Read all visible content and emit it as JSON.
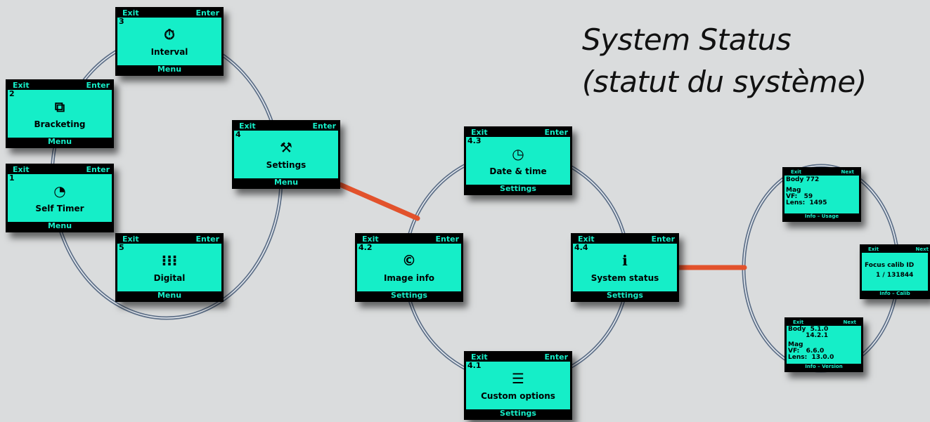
{
  "title": {
    "line1": "System Status",
    "line2": "(statut du système)"
  },
  "screens": {
    "interval": {
      "exit": "Exit",
      "enter": "Enter",
      "num": "3",
      "label": "Interval",
      "footer": "Menu",
      "icon": "⏱"
    },
    "bracketing": {
      "exit": "Exit",
      "enter": "Enter",
      "num": "2",
      "label": "Bracketing",
      "footer": "Menu",
      "icon": "⧉"
    },
    "self_timer": {
      "exit": "Exit",
      "enter": "Enter",
      "num": "1",
      "label": "Self Timer",
      "footer": "Menu",
      "icon": "◔"
    },
    "digital": {
      "exit": "Exit",
      "enter": "Enter",
      "num": "5",
      "label": "Digital",
      "footer": "Menu",
      "icon": "⁝⁝⁝"
    },
    "settings": {
      "exit": "Exit",
      "enter": "Enter",
      "num": "4",
      "label": "Settings",
      "footer": "Menu",
      "icon": "⚒"
    },
    "date_time": {
      "exit": "Exit",
      "enter": "Enter",
      "num": "4.3",
      "label": "Date & time",
      "footer": "Settings",
      "icon": "◷"
    },
    "image_info": {
      "exit": "Exit",
      "enter": "Enter",
      "num": "4.2",
      "label": "Image info",
      "footer": "Settings",
      "icon": "©"
    },
    "system_status": {
      "exit": "Exit",
      "enter": "Enter",
      "num": "4.4",
      "label": "System status",
      "footer": "Settings",
      "icon": "ℹ"
    },
    "custom_options": {
      "exit": "Exit",
      "enter": "Enter",
      "num": "4.1",
      "label": "Custom options",
      "footer": "Settings",
      "icon": "☰"
    }
  },
  "info_screens": {
    "usage": {
      "exit": "Exit",
      "next": "Next",
      "line1": "Body  772",
      "line2": "Mag\nVF:   59\nLens:  1495",
      "footer": "Info – Usage"
    },
    "calib": {
      "exit": "Exit",
      "next": "Next",
      "line1": "Focus calib ID",
      "line2": "1 / 131844",
      "footer": "Info – Calib"
    },
    "version": {
      "exit": "Exit",
      "next": "Next",
      "line1": "Body  5.1.0\n        14.2.1",
      "line2": "Mag\nVF:   6.6.0\nLens:  13.0.0",
      "footer": "Info – Version"
    }
  },
  "colors": {
    "screen": "#15eec8",
    "background": "#dadcdd",
    "ring": "#5d6f87",
    "link": "#e2522c"
  }
}
